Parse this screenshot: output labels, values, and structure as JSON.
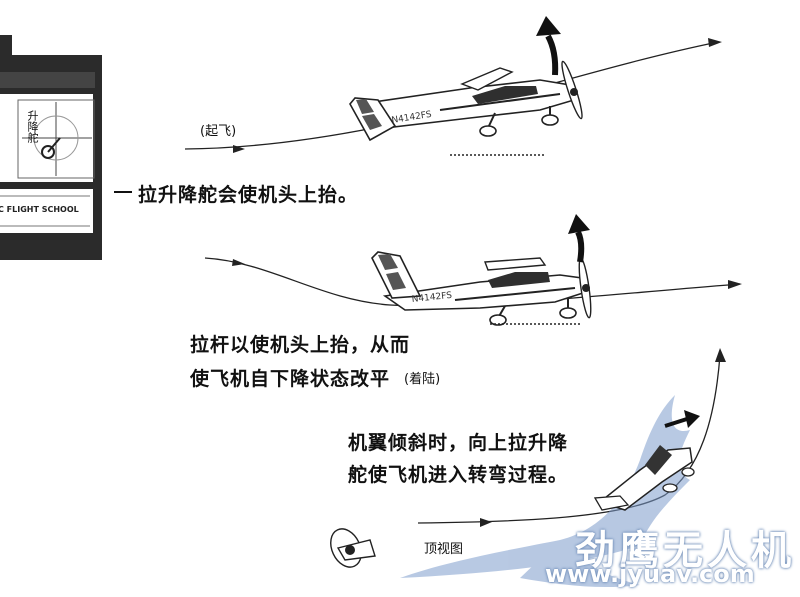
{
  "transmitter": {
    "dial_label": "升降舵",
    "brand": "C FLIGHT SCHOOL"
  },
  "panel_1": {
    "phase_label": "(起飞)",
    "caption": "拉升降舵会使机头上抬。",
    "tail_number": "N4142FS"
  },
  "panel_2": {
    "caption_line1": "拉杆以使机头上抬，从而",
    "caption_line2": "使飞机自下降状态改平",
    "phase_label": "(着陆)",
    "tail_number": "N4142FS"
  },
  "panel_3": {
    "caption_line1": "机翼倾斜时，向上拉升降",
    "caption_line2": "舵使飞机进入转弯过程。",
    "view_label": "顶视图"
  },
  "watermark": {
    "name": "劲鹰无人机",
    "url": "www.jyuav.com"
  },
  "colors": {
    "ink": "#111111",
    "watermark_blue": "#5f7fb0"
  }
}
